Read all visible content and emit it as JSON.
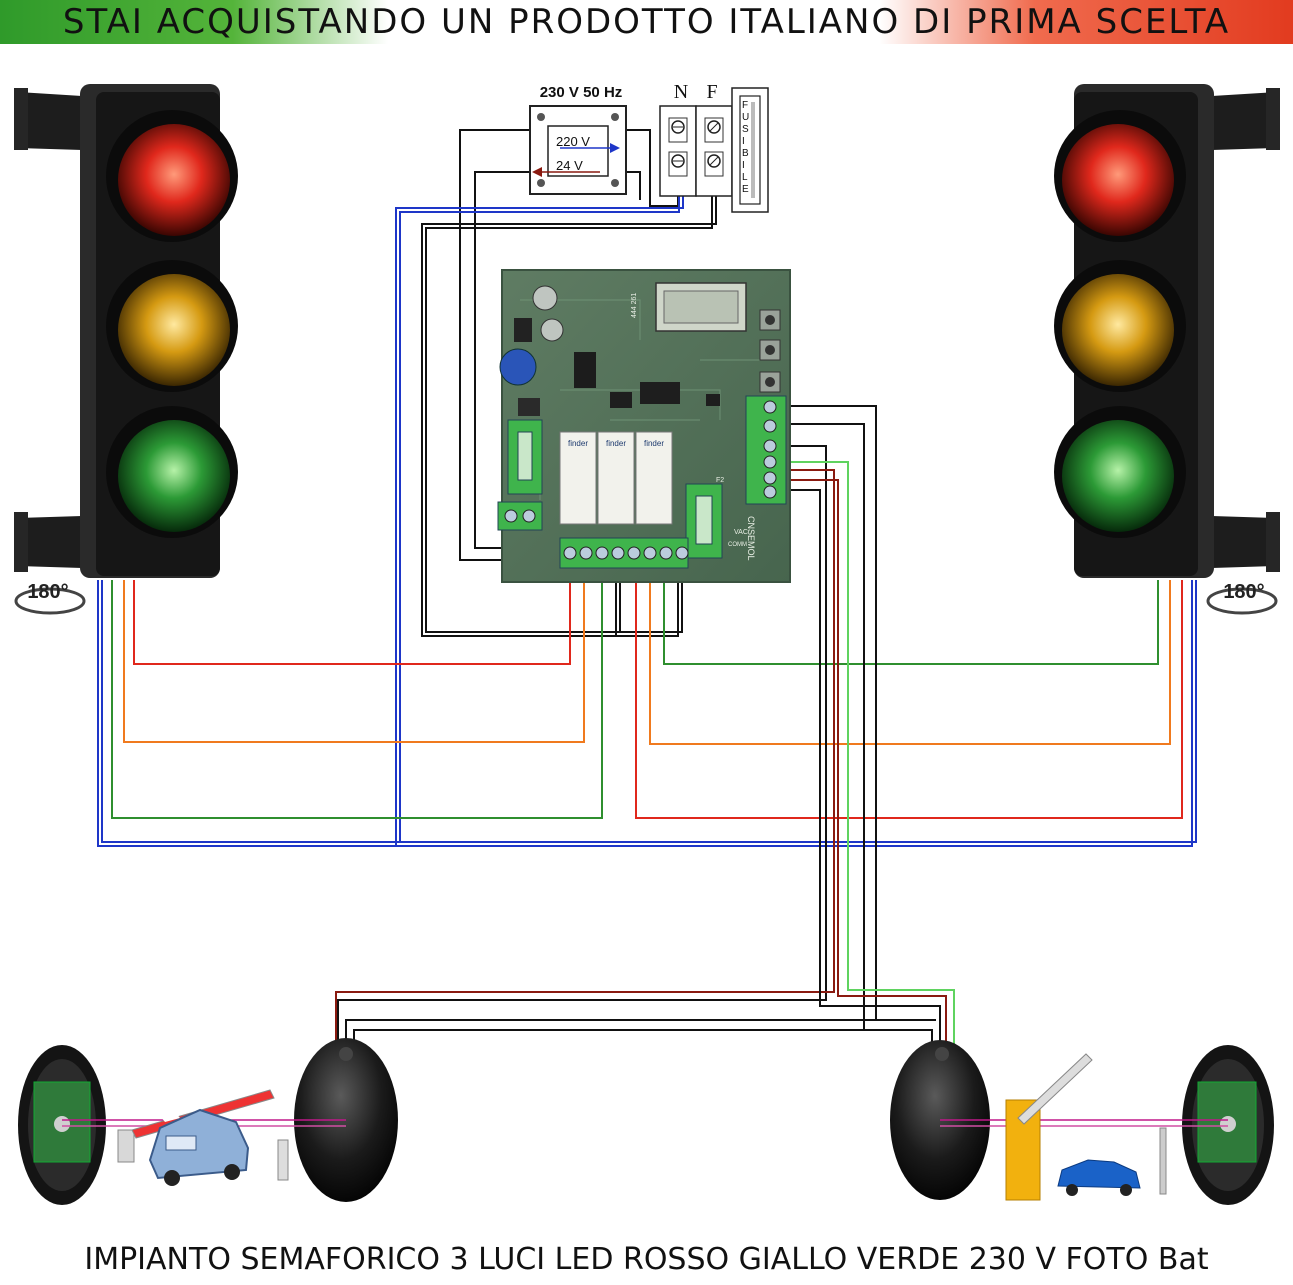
{
  "banner": {
    "text": "STAI ACQUISTANDO UN PRODOTTO ITALIANO DI PRIMA SCELTA"
  },
  "transformer": {
    "label": "230 V 50 Hz",
    "primary": "220 V",
    "secondary": "24 V"
  },
  "terminal_block": {
    "n_label": "N",
    "f_label": "F"
  },
  "fuse": {
    "letters": [
      "F",
      "U",
      "S",
      "I",
      "B",
      "I",
      "L",
      "E"
    ]
  },
  "traffic_lights": {
    "left_rotation": "180°",
    "right_rotation": "180°"
  },
  "board": {
    "display_code": "444 261",
    "relay_brand": "finder",
    "silkscreen": "CNSEMOL",
    "vac_label": "VAC",
    "f2_label": "F2",
    "comm_label": "COMM"
  },
  "colors": {
    "red": "#e0281c",
    "orange": "#f07a1e",
    "green": "#2f8f2f",
    "blue": "#1e36c8",
    "black": "#111111",
    "darkred": "#8a1a10",
    "lightgreen": "#5fd35f"
  },
  "bottom": {
    "title": "IMPIANTO SEMAFORICO 3 LUCI LED ROSSO GIALLO VERDE 230 V FOTO Bat"
  }
}
